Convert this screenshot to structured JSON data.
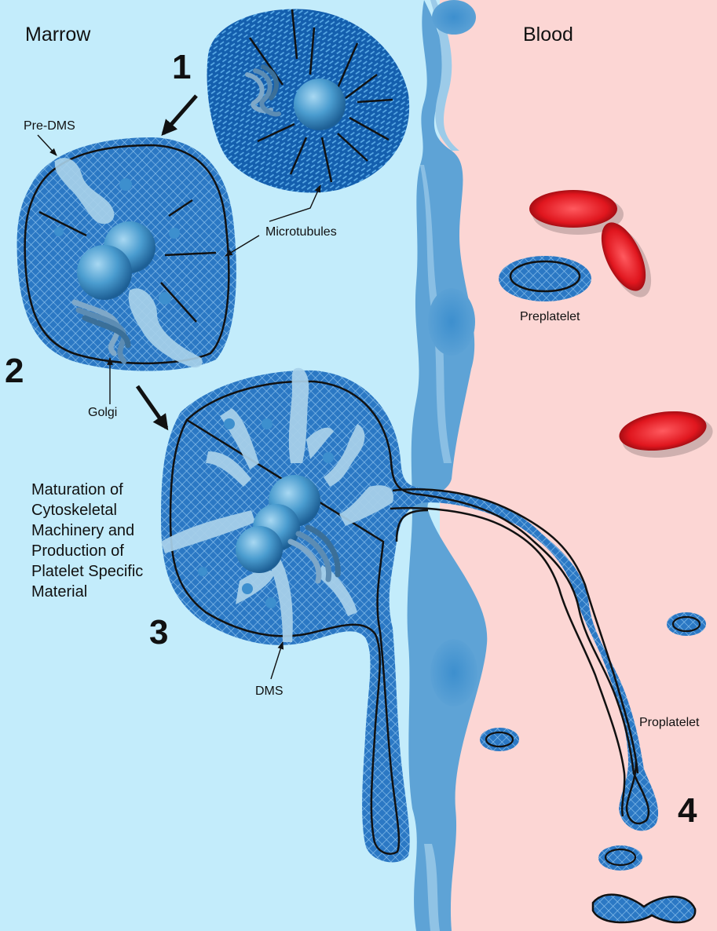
{
  "regions": {
    "marrow": "Marrow",
    "blood": "Blood"
  },
  "stages": {
    "s1": "1",
    "s2": "2",
    "s3": "3",
    "s4": "4"
  },
  "labels": {
    "pre_dms": "Pre-DMS",
    "microtubules": "Microtubules",
    "golgi": "Golgi",
    "dms": "DMS",
    "preplatelet": "Preplatelet",
    "proplatelet": "Proplatelet"
  },
  "description": {
    "line1": "Maturation of",
    "line2": "Cytoskeletal",
    "line3": "Machinery and",
    "line4": "Production of",
    "line5": "Platelet Specific",
    "line6": "Material"
  },
  "colors": {
    "marrow": "#c3ecfb",
    "blood": "#fcd6d4",
    "endothelium": "#5ea3d6",
    "endothelium_light": "#9ccbe9",
    "cell": "#1f6ab8",
    "cell_dark": "#0d56a0",
    "nucleus": "#4a9ccf",
    "dms": "#a9d1ea",
    "rbc": "#e0161e",
    "outline": "#111111"
  }
}
